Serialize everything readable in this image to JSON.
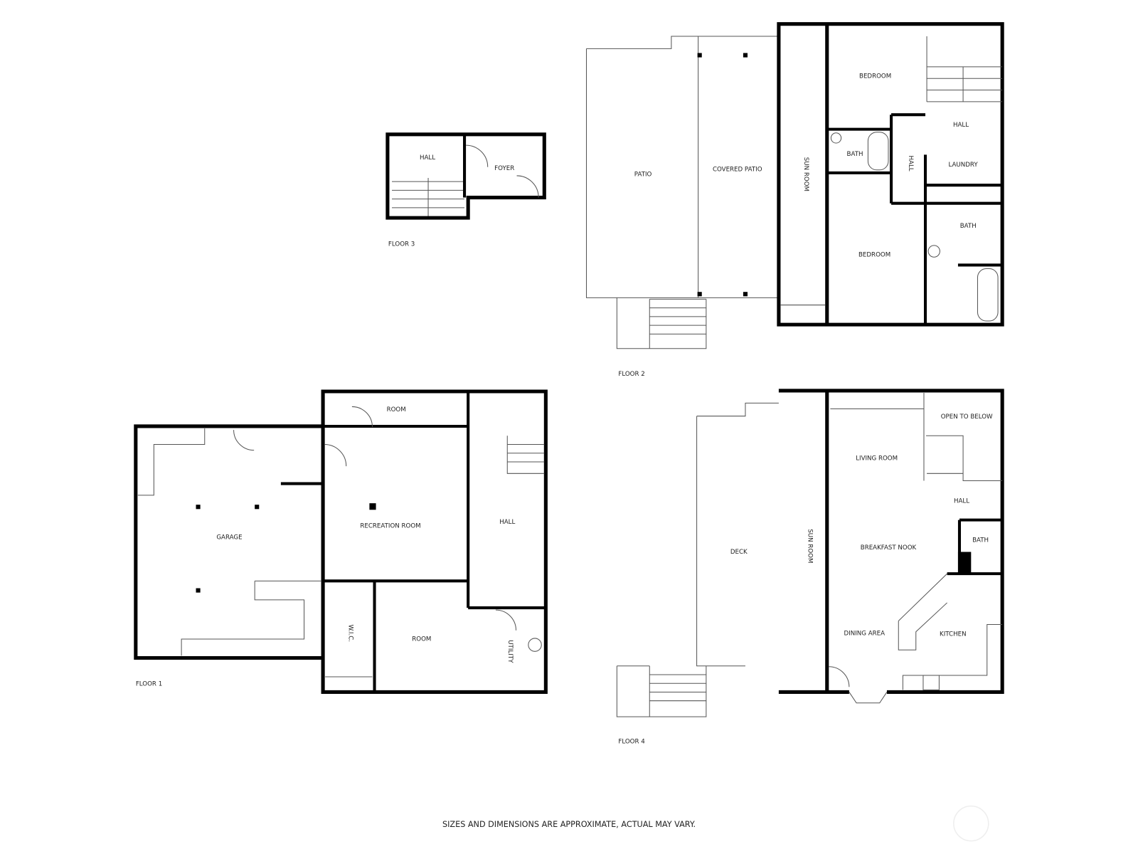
{
  "floors": {
    "floor3": {
      "label": "FLOOR 3",
      "rooms": {
        "hall": "HALL",
        "foyer": "FOYER"
      }
    },
    "floor2": {
      "label": "FLOOR 2",
      "rooms": {
        "patio": "PATIO",
        "covered_patio": "COVERED PATIO",
        "sun_room": "SUN ROOM",
        "bedroom1": "BEDROOM",
        "hall": "HALL",
        "bath1": "BATH",
        "hall2": "HALL",
        "laundry": "LAUNDRY",
        "bedroom2": "BEDROOM",
        "bath2": "BATH"
      }
    },
    "floor1": {
      "label": "FLOOR 1",
      "rooms": {
        "room_top": "ROOM",
        "garage": "GARAGE",
        "recreation": "RECREATION ROOM",
        "hall": "HALL",
        "wic": "W.I.C.",
        "room": "ROOM",
        "utility": "UTILITY"
      }
    },
    "floor4": {
      "label": "FLOOR 4",
      "rooms": {
        "deck": "DECK",
        "sun_room": "SUN ROOM",
        "living": "LIVING ROOM",
        "open_below": "OPEN TO BELOW",
        "hall": "HALL",
        "bath": "BATH",
        "nook": "BREAKFAST NOOK",
        "dining": "DINING AREA",
        "kitchen": "KITCHEN"
      }
    }
  },
  "footer": {
    "disclaimer": "SIZES AND DIMENSIONS ARE APPROXIMATE, ACTUAL MAY VARY."
  }
}
